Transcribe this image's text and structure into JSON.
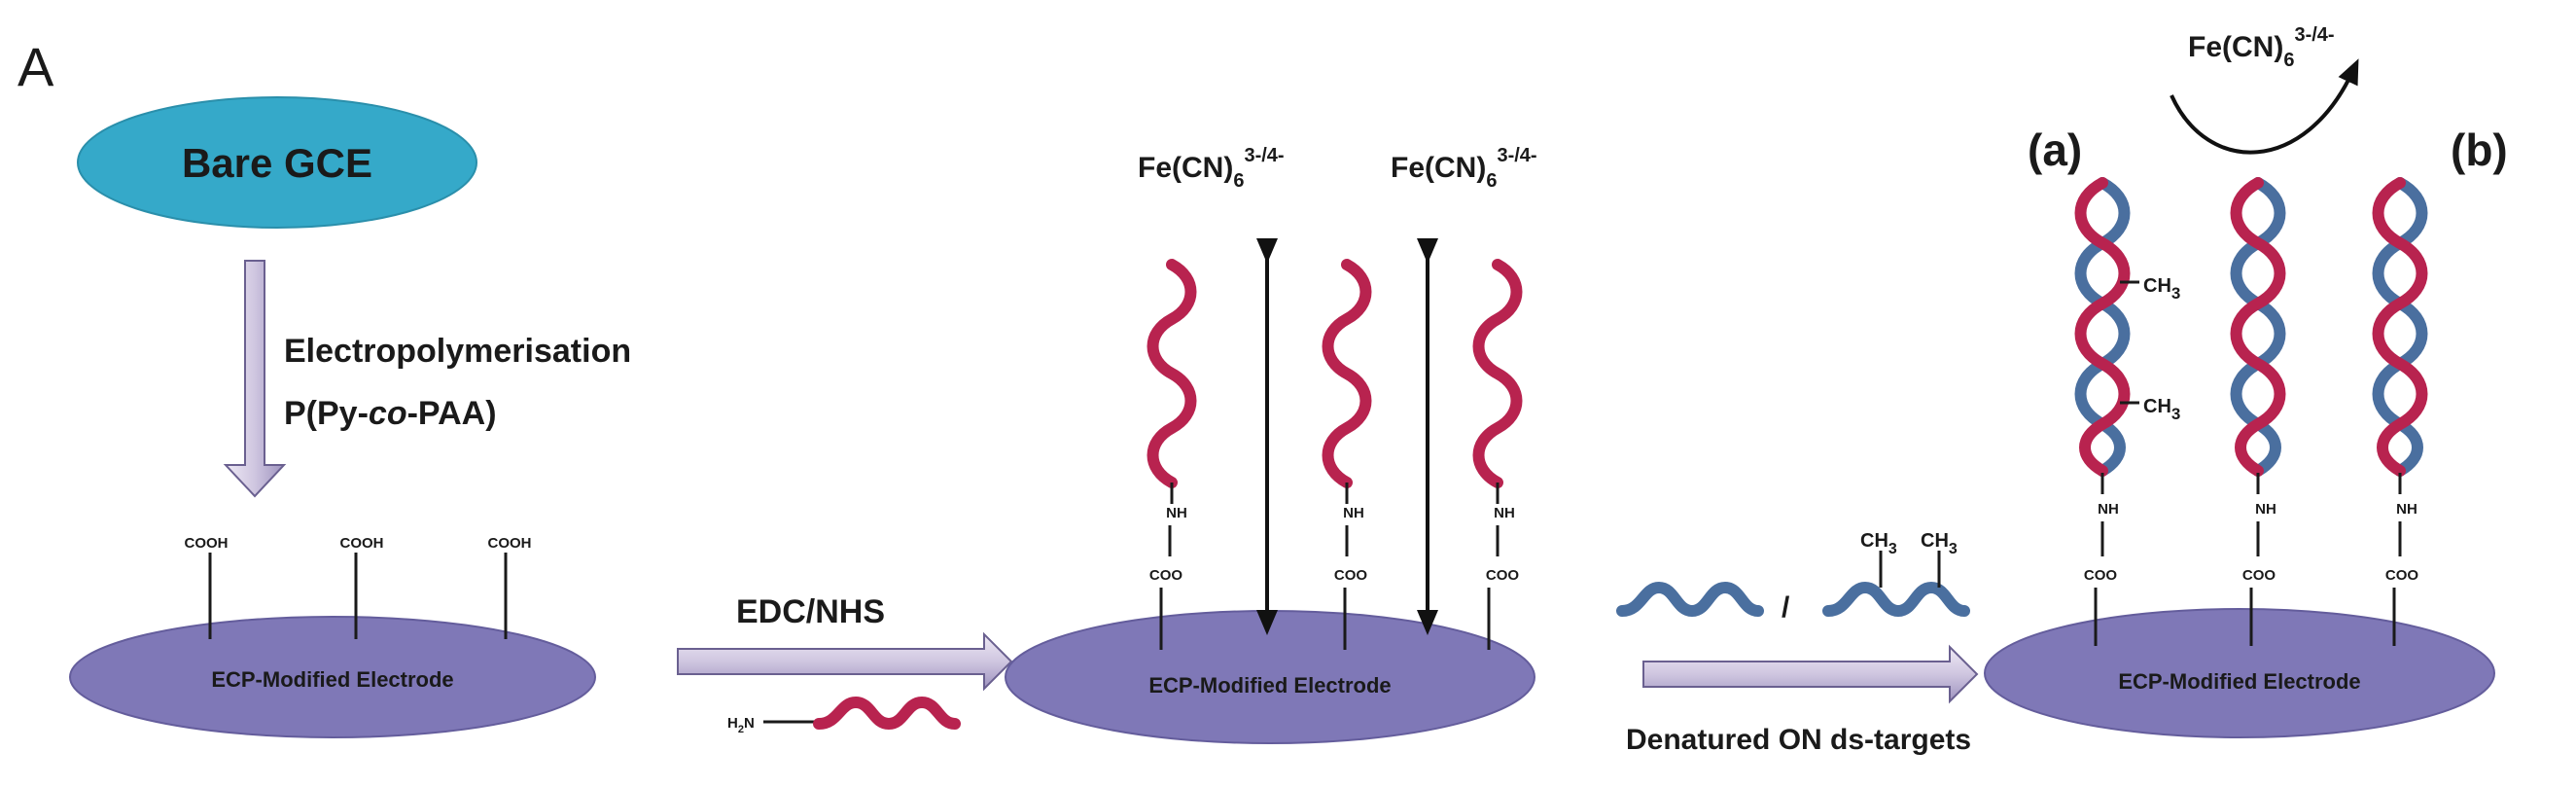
{
  "panel_label": "A",
  "step1": {
    "electrode_label": "Bare GCE",
    "process_line1": "Electropolymerisation",
    "process_line2_prefix": "P(Py-",
    "process_line2_italic": "co",
    "process_line2_suffix": "-PAA)"
  },
  "electrodes": {
    "modified_label": "ECP-Modified Electrode"
  },
  "groups": {
    "cooh": "COOH",
    "coo": "COO",
    "nh": "NH",
    "h2n": "H",
    "h2n_sub": "2",
    "h2n_suffix": "N"
  },
  "arrows": {
    "edc_nhs": "EDC/NHS",
    "denatured": "Denatured ON ds-targets"
  },
  "redox": {
    "base": "Fe(CN)",
    "sub": "6",
    "sup": "3-/4-"
  },
  "labels": {
    "a": "(a)",
    "b": "(b)",
    "ch3_base": "CH",
    "ch3_sub": "3",
    "slash": "/"
  },
  "colors": {
    "bare_electrode": "#35a9c9",
    "modified_electrode": "#7f78b7",
    "probe_strand": "#b8234f",
    "target_strand": "#4a6f9f",
    "arrow_fill": "#d9d2e6",
    "arrow_stroke": "#6a6090"
  }
}
